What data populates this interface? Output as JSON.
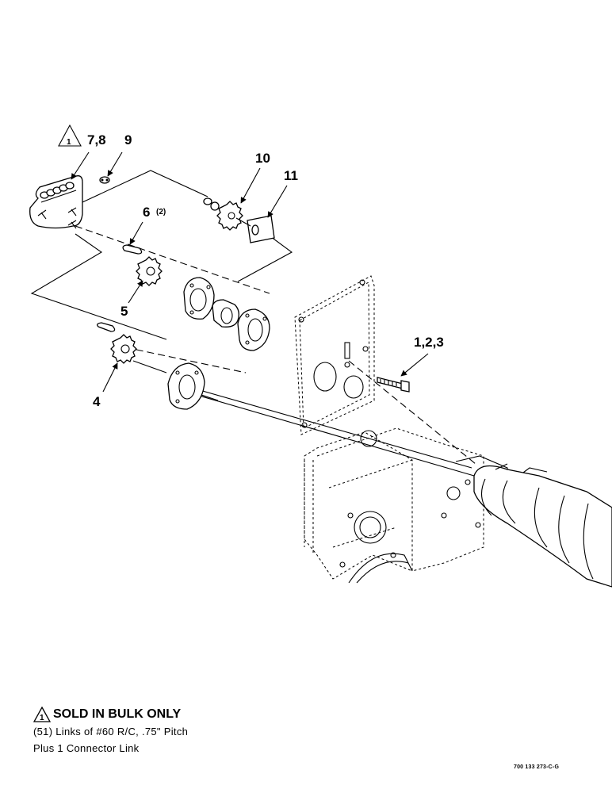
{
  "callouts": {
    "c78": "7,8",
    "c9": "9",
    "c10": "10",
    "c11": "11",
    "c6": "6",
    "c6_qty": "(2)",
    "c5": "5",
    "c4": "4",
    "c123": "1,2,3",
    "warning_mark": "1"
  },
  "note": {
    "mark": "1",
    "title": "SOLD IN BULK ONLY",
    "line1": "(51) Links of #60 R/C, .75\" Pitch",
    "line2": "Plus 1 Connector Link"
  },
  "drawing_id": "700 133 273-C-G"
}
